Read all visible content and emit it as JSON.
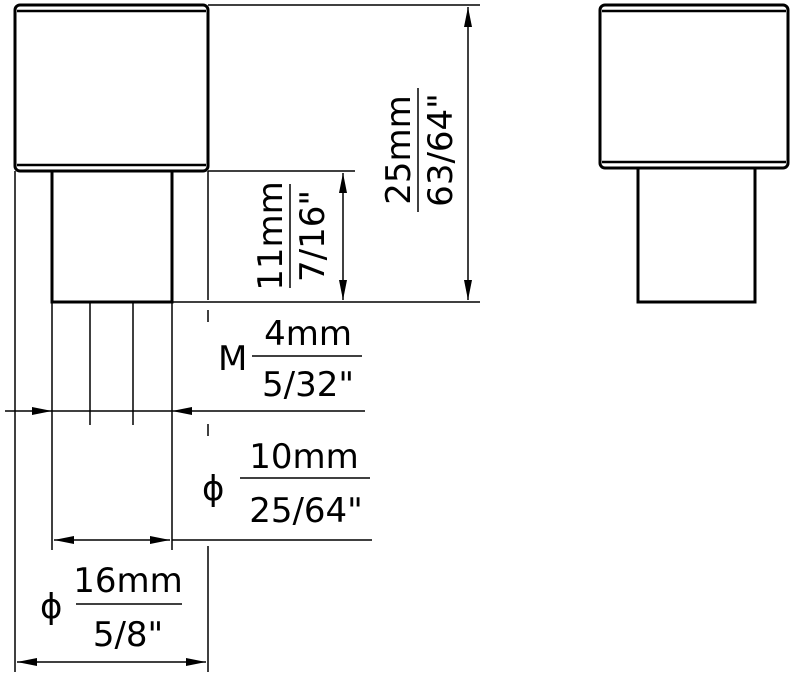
{
  "dimensions": {
    "total_height": {
      "metric": "25mm",
      "imperial": "63/64\""
    },
    "stem_height": {
      "metric": "11mm",
      "imperial": "7/16\""
    },
    "thread": {
      "prefix": "M",
      "metric": "4mm",
      "imperial": "5/32\""
    },
    "stem_diameter": {
      "prefix": "ϕ",
      "metric": "10mm",
      "imperial": "25/64\""
    },
    "head_diameter": {
      "prefix": "ϕ",
      "metric": "16mm",
      "imperial": "5/8\""
    }
  },
  "colors": {
    "line": "#000000",
    "background": "#ffffff"
  }
}
